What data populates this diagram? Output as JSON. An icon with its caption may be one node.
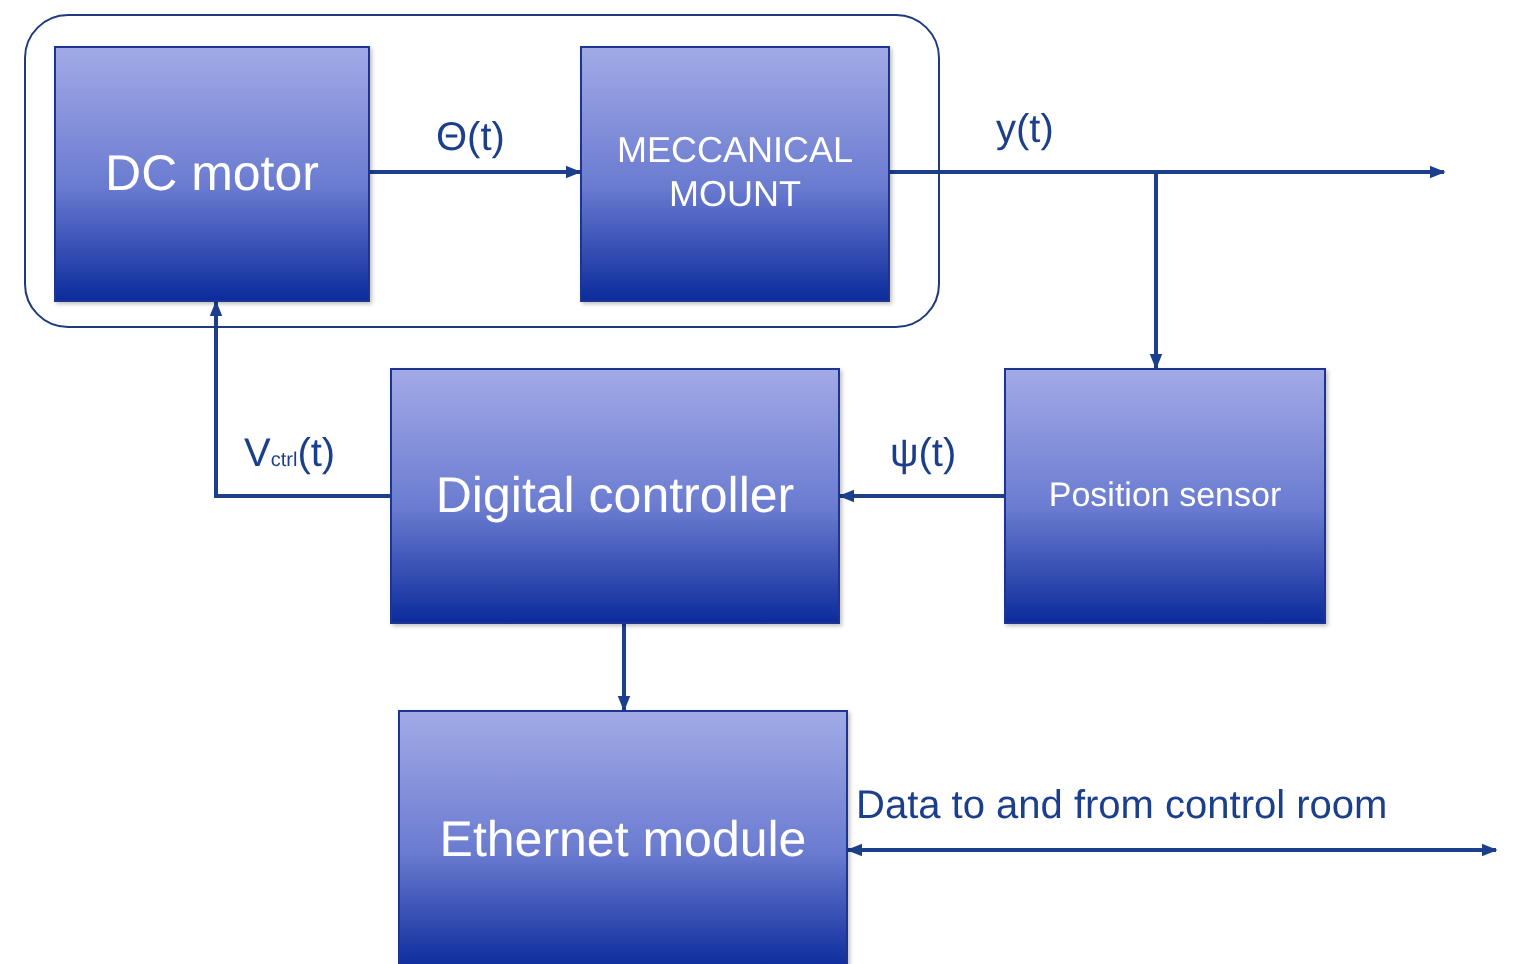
{
  "diagram": {
    "nodes": [
      {
        "text": [],
        "shape": "box"
      },
      {
        "text": [
          "DC motor"
        ],
        "in": 0
      },
      {
        "text": [
          "MECCANICAL MOUNT"
        ],
        "in": 0
      },
      {
        "text": [
          "Position sensor"
        ]
      },
      {
        "text": [
          "Digital controller"
        ]
      },
      {
        "text": [
          "Ethernet module"
        ]
      }
    ],
    "edges": [
      {
        "from": 1,
        "to": 2,
        "arrow": "to",
        "label": "Θ(t)"
      },
      {
        "from": 2,
        "to": null,
        "arrow": "to",
        "label": "y(t)"
      },
      {
        "from": 2,
        "to": 3,
        "arrow": "to"
      },
      {
        "from": 3,
        "to": 4,
        "arrow": "to",
        "label": "ψ(t)"
      },
      {
        "from": 4,
        "to": 1,
        "arrow": "to",
        "label": "V$_{ctrl}$(t)"
      },
      {
        "from": 4,
        "to": 5,
        "arrow": "to"
      },
      {
        "from": 5,
        "to": null,
        "arrow": "both",
        "label": "Data to and from control room"
      }
    ]
  }
}
